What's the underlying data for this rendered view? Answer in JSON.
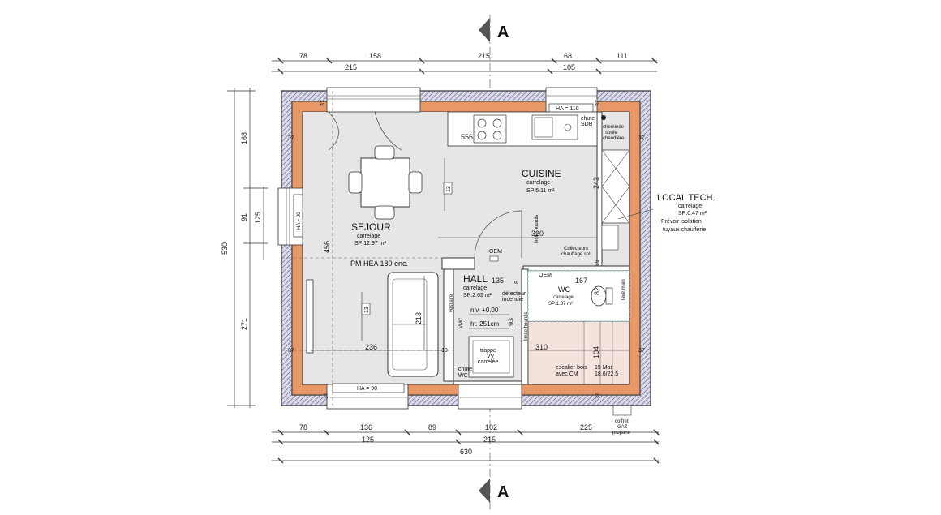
{
  "section_marks": {
    "top": "A",
    "bottom": "A"
  },
  "dims_top": {
    "row1": [
      "78",
      "158",
      "215",
      "68",
      "111"
    ],
    "row2": [
      "215",
      "105"
    ]
  },
  "dims_bottom": {
    "row1": [
      "78",
      "136",
      "89",
      "102",
      "225"
    ],
    "row2": [
      "125",
      "215"
    ],
    "total": "630"
  },
  "dims_left": {
    "total": "530",
    "a": "168",
    "b": "91",
    "b2": "125",
    "c": "271"
  },
  "wall_marks": {
    "w37": "37",
    "w19": "19",
    "w10": "10",
    "w8": "8"
  },
  "interior_dims": {
    "d556": "556",
    "d456": "456",
    "d243": "243",
    "d320": "320",
    "d213": "213",
    "d236": "236",
    "d310": "310",
    "d193": "193",
    "d135": "135",
    "d167": "167",
    "d82": "82",
    "d104": "104",
    "d13a": "13",
    "d13b": "13"
  },
  "windows": {
    "top_right": "HA = 110",
    "bottom": "HA = 90",
    "left": "HA = 90"
  },
  "rooms": {
    "sejour": {
      "name": "SEJOUR",
      "finish": "carrelage",
      "area": "SP:12.97 m²"
    },
    "cuisine": {
      "name": "CUISINE",
      "finish": "carrelage",
      "area": "SP:5.11 m²"
    },
    "hall": {
      "name": "HALL",
      "finish": "carrelage",
      "area": "SP:2.62 m²"
    },
    "wc": {
      "name": "WC",
      "finish": "carrelage",
      "area": "SP:1.37 m²"
    },
    "local_tech": {
      "name": "LOCAL TECH.",
      "finish": "carrelage",
      "area": "SP:0.47 m²",
      "note1": "Prévoir isolation",
      "note2": "tuyaux chaufferie"
    }
  },
  "annotations": {
    "pm": "PM HEA 180 enc.",
    "oem": "OEM",
    "oem2": "OEM",
    "collecteurs": "Collecteurs",
    "chauffage": "chauffage sol",
    "chute_sdb1": "chute",
    "chute_sdb2": "SDB",
    "cheminee1": "cheminée",
    "cheminee2": "sortie",
    "cheminee3": "chaudière",
    "detecteur1": "détecteur",
    "detecteur2": "incendie",
    "niv": "niv. +0.00",
    "ht": "ht. 251cm",
    "trappe1": "trappe",
    "trappe2": "VV",
    "trappe3": "carrelée",
    "chute_wc1": "chute",
    "chute_wc2": "WC",
    "escalier1": "escalier bois",
    "escalier2": "avec CM",
    "marches1": "15 Mar",
    "marches2": "18.6/22.5",
    "coffret1": "coffret",
    "coffret2": "GAZ",
    "coffret3": "propane",
    "vestiaire": "vestiaire",
    "vmc": "VMC",
    "limite1": "limite hourdis",
    "limite2": "limite hourdis",
    "lave_main": "lave main"
  }
}
